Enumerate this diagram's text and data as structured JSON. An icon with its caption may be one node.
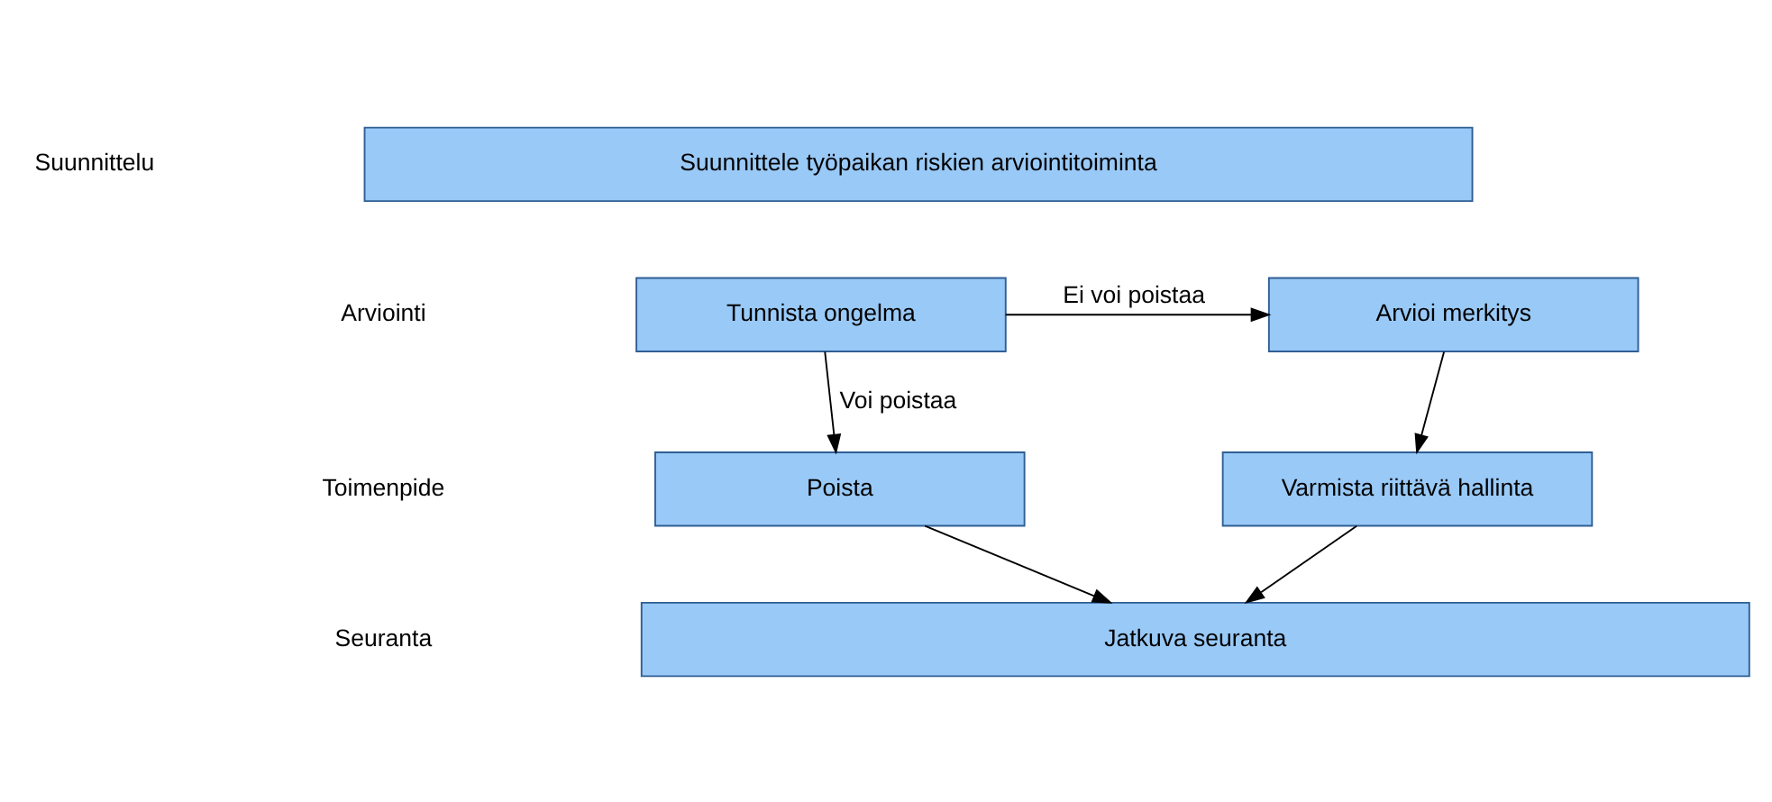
{
  "diagram": {
    "nodes": [
      {
        "text": [
          "Suunnittele työpaikan riskien arviointitoiminta"
        ]
      },
      {
        "text": [
          "Tunnista ongelma"
        ]
      },
      {
        "text": [
          "Arvioi merkitys"
        ]
      },
      {
        "text": [
          "Poista"
        ]
      },
      {
        "text": [
          "Varmista riittävä hallinta"
        ]
      },
      {
        "text": [
          "Jatkuva seuranta"
        ]
      }
    ],
    "edges": [
      {
        "from": 1,
        "to": 2,
        "arrow": "to",
        "label": "Ei voi poistaa"
      },
      {
        "from": 1,
        "to": 3,
        "arrow": "to",
        "label": "Voi poistaa"
      },
      {
        "from": 2,
        "to": 4,
        "arrow": "to"
      },
      {
        "from": 3,
        "to": 5,
        "arrow": "to"
      },
      {
        "from": 4,
        "to": 5,
        "arrow": "to"
      }
    ],
    "labels": [
      "Suunnittelu",
      "Arviointi",
      "Toimenpide",
      "Seuranta"
    ]
  }
}
